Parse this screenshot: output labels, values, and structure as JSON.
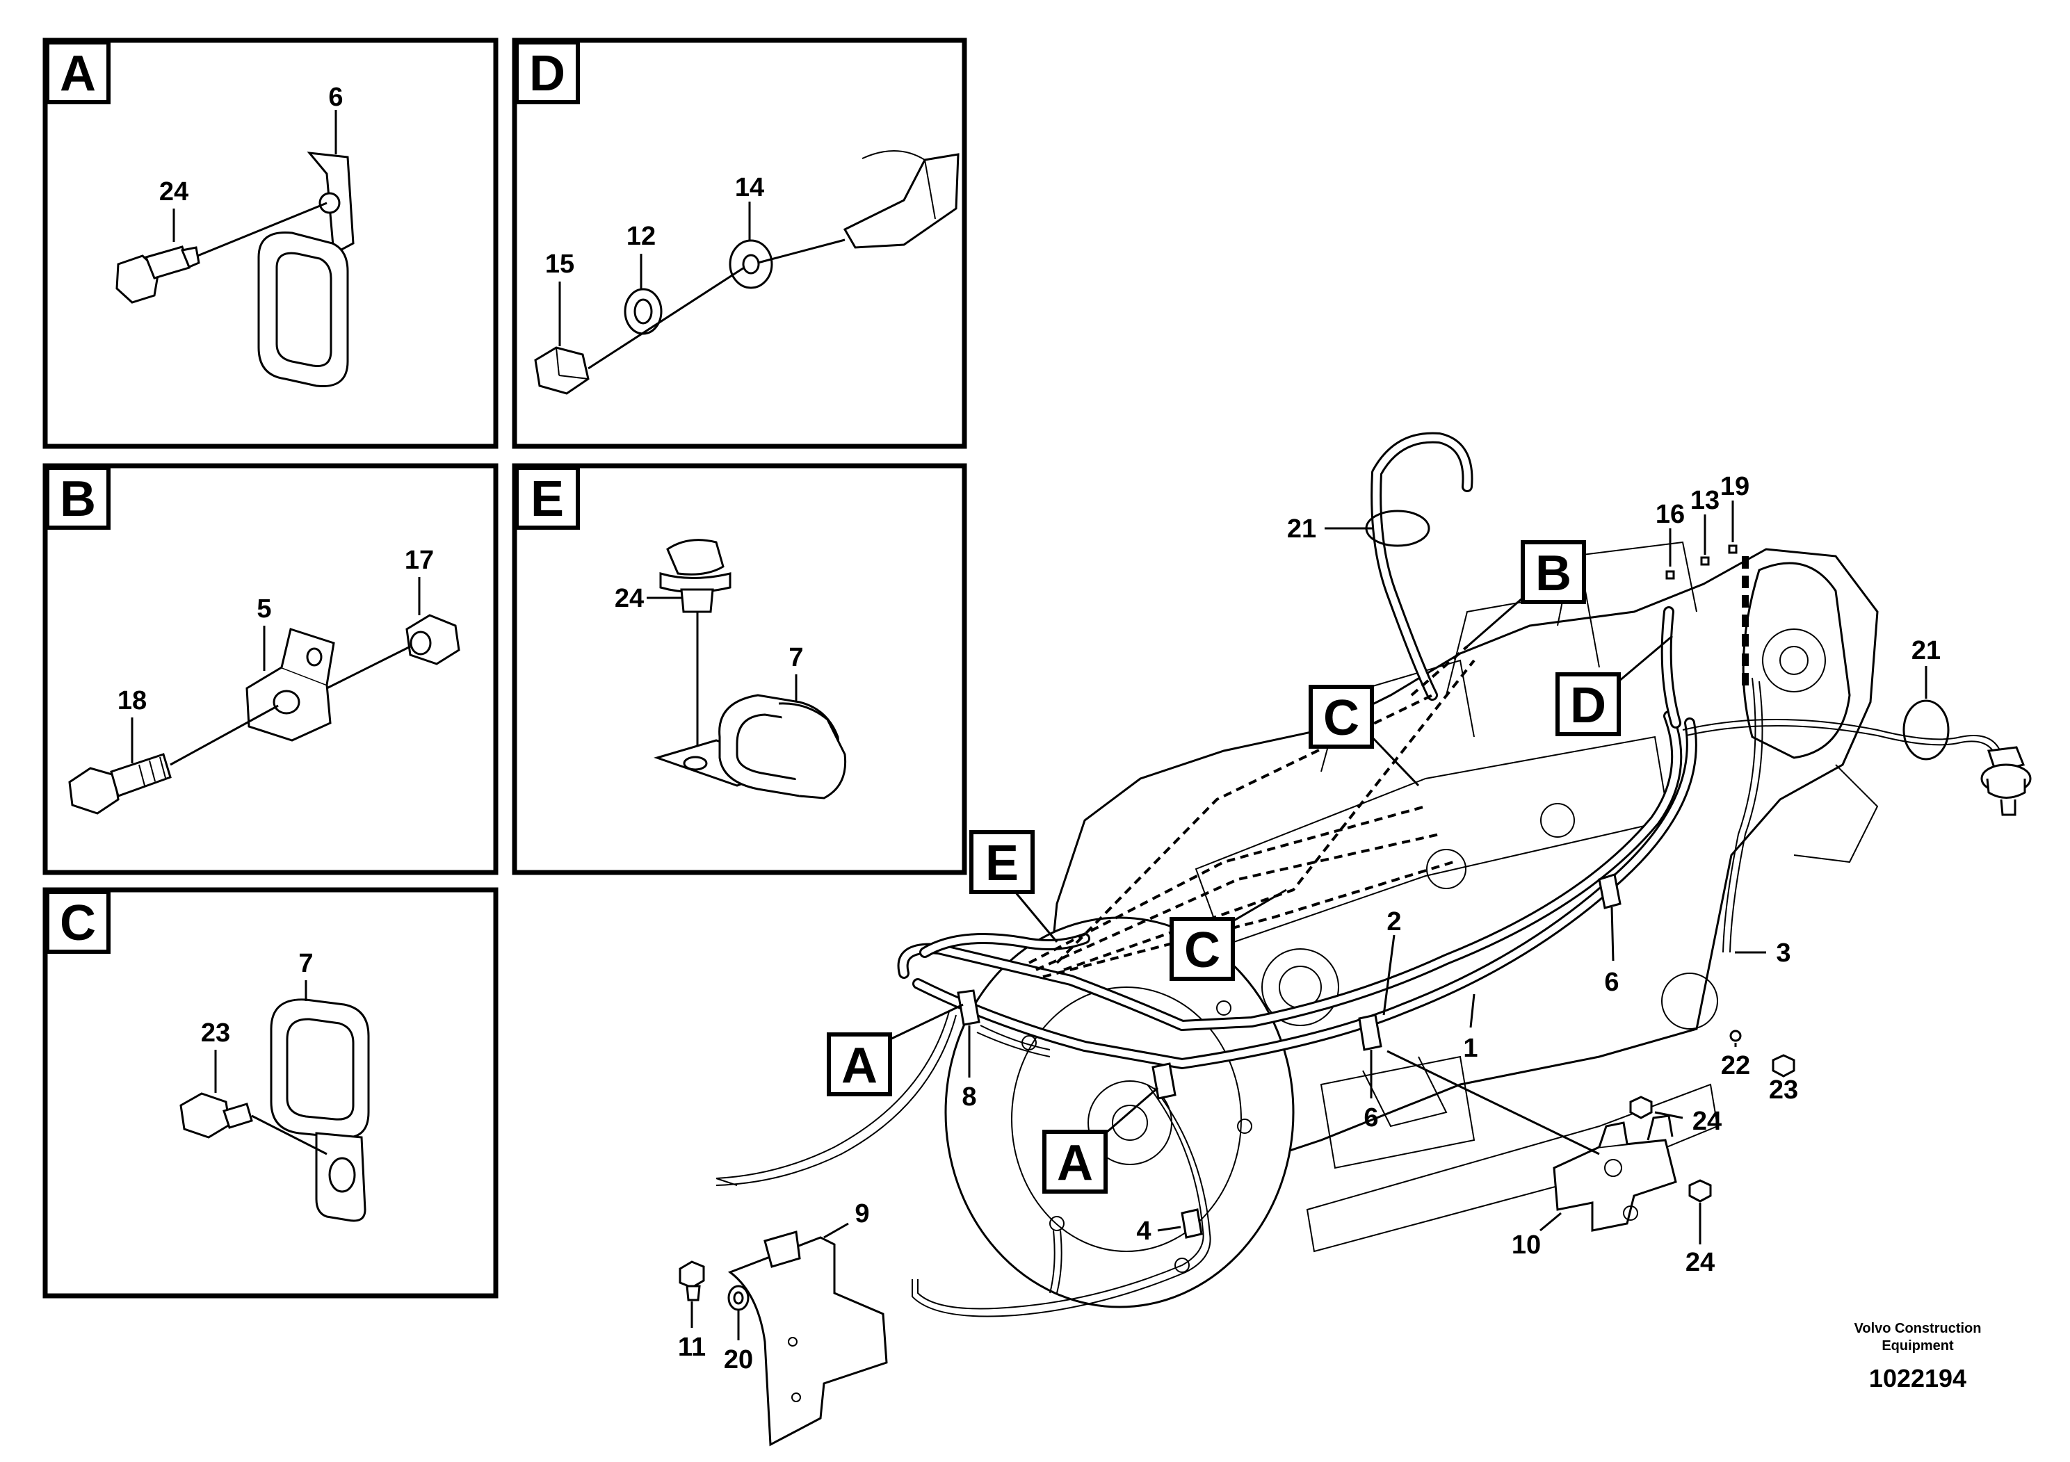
{
  "panels": {
    "A": {
      "tag": "A",
      "callouts": [
        "6",
        "24"
      ]
    },
    "B": {
      "tag": "B",
      "callouts": [
        "5",
        "17",
        "18"
      ]
    },
    "C": {
      "tag": "C",
      "callouts": [
        "7",
        "23"
      ]
    },
    "D": {
      "tag": "D",
      "callouts": [
        "14",
        "12",
        "15"
      ]
    },
    "E": {
      "tag": "E",
      "callouts": [
        "24",
        "7"
      ]
    }
  },
  "main_tags": [
    "A",
    "A",
    "B",
    "C",
    "C",
    "D",
    "E"
  ],
  "main_callouts": [
    "21",
    "16",
    "13",
    "19",
    "21",
    "3",
    "2",
    "1",
    "6",
    "22",
    "23",
    "24",
    "10",
    "24",
    "8",
    "6",
    "4",
    "9",
    "11",
    "20"
  ],
  "footer": {
    "company_line1": "Volvo Construction",
    "company_line2": "Equipment",
    "document_number": "1022194"
  }
}
